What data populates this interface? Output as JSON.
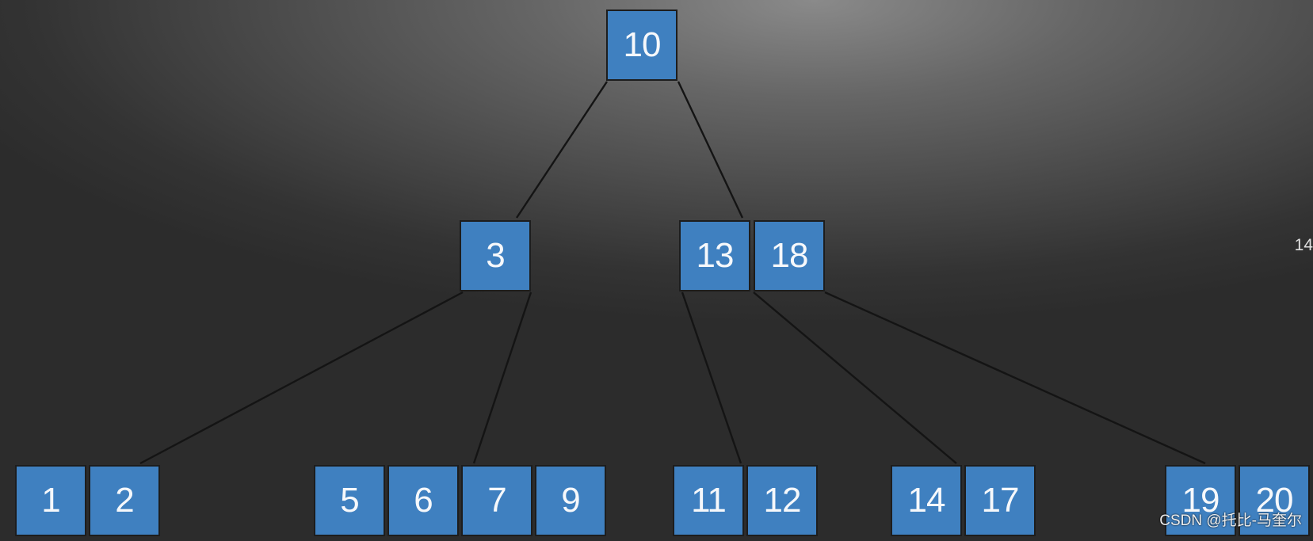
{
  "tree": {
    "root": {
      "keys": [
        "10"
      ]
    },
    "level1": [
      {
        "keys": [
          "3"
        ]
      },
      {
        "keys": [
          "13",
          "18"
        ]
      }
    ],
    "leaves": [
      {
        "keys": [
          "1",
          "2"
        ]
      },
      {
        "keys": [
          "5",
          "6",
          "7",
          "9"
        ]
      },
      {
        "keys": [
          "11",
          "12"
        ]
      },
      {
        "keys": [
          "14",
          "17"
        ]
      },
      {
        "keys": [
          "19",
          "20"
        ]
      }
    ]
  },
  "edge_stroke": "#141414",
  "node_fill": "#3f80c0",
  "stray_text": "14",
  "watermark": "CSDN @托比-马奎尔"
}
